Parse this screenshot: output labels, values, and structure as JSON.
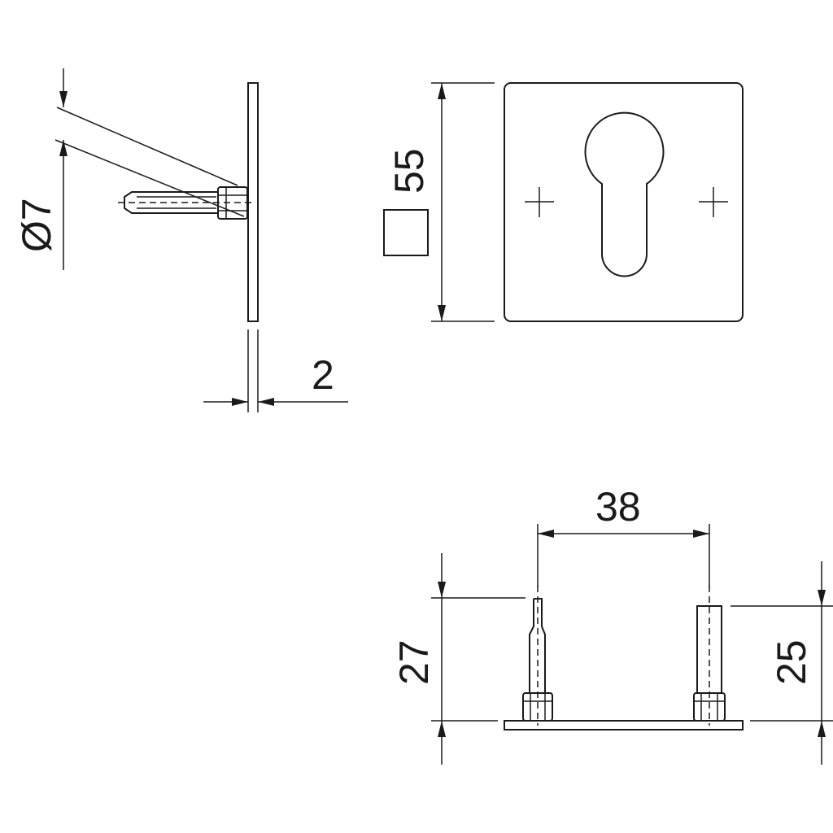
{
  "dimensions": {
    "pin_diameter": "Ø7",
    "plate_size": "55",
    "plate_thickness": "2",
    "pin_spacing": "38",
    "pin_height_left": "27",
    "pin_height_right": "25"
  },
  "colors": {
    "line": "#1a1a1a",
    "background": "#ffffff"
  }
}
